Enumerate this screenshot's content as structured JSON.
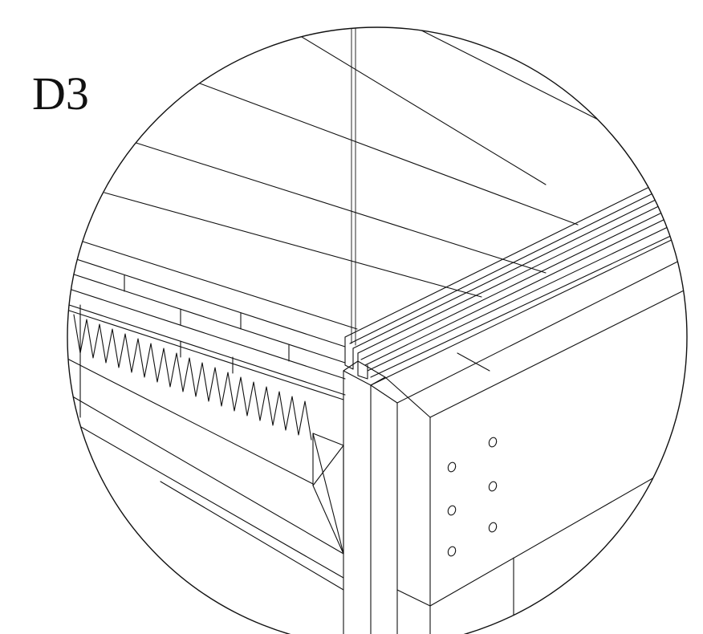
{
  "detail": {
    "label": "D3"
  },
  "colors": {
    "line": "#111111",
    "background": "#ffffff"
  },
  "components": [
    "roof-deck-boards",
    "gutter-profile",
    "vertical-rod",
    "corner-post",
    "side-beam",
    "bolt-holes",
    "brick-wall",
    "insulation-batt",
    "timber-block"
  ]
}
